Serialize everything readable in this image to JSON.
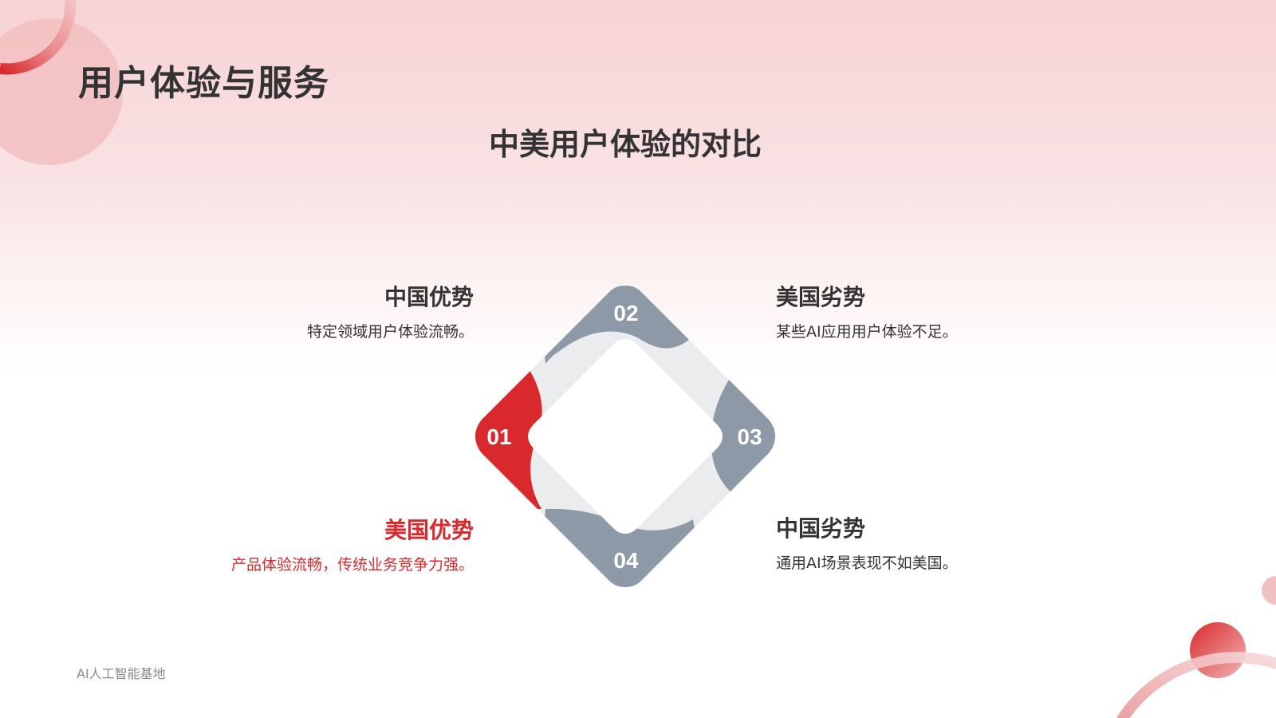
{
  "page": {
    "title": "用户体验与服务",
    "subtitle": "中美用户体验的对比",
    "footer": "AI人工智能基地"
  },
  "colors": {
    "accent": "#d9292c",
    "segment_gray": "#8e99a7",
    "ring_light": "#ebecee",
    "text_dark": "#333333",
    "footer_gray": "#8a8a8a"
  },
  "diagram": {
    "segments": [
      {
        "number": "01",
        "color": "#d9292c",
        "position": "left"
      },
      {
        "number": "02",
        "color": "#8e99a7",
        "position": "top"
      },
      {
        "number": "03",
        "color": "#8e99a7",
        "position": "right"
      },
      {
        "number": "04",
        "color": "#8e99a7",
        "position": "bottom"
      }
    ]
  },
  "blocks": [
    {
      "id": "china-advantage",
      "heading": "中国优势",
      "text": "特定领域用户体验流畅。",
      "position": "top-left"
    },
    {
      "id": "us-disadvantage",
      "heading": "美国劣势",
      "text": "某些AI应用用户体验不足。",
      "position": "top-right"
    },
    {
      "id": "us-advantage",
      "heading": "美国优势",
      "text": "产品体验流畅，传统业务竞争力强。",
      "position": "bottom-left",
      "highlighted": true
    },
    {
      "id": "china-disadvantage",
      "heading": "中国劣势",
      "text": "通用AI场景表现不如美国。",
      "position": "bottom-right"
    }
  ]
}
